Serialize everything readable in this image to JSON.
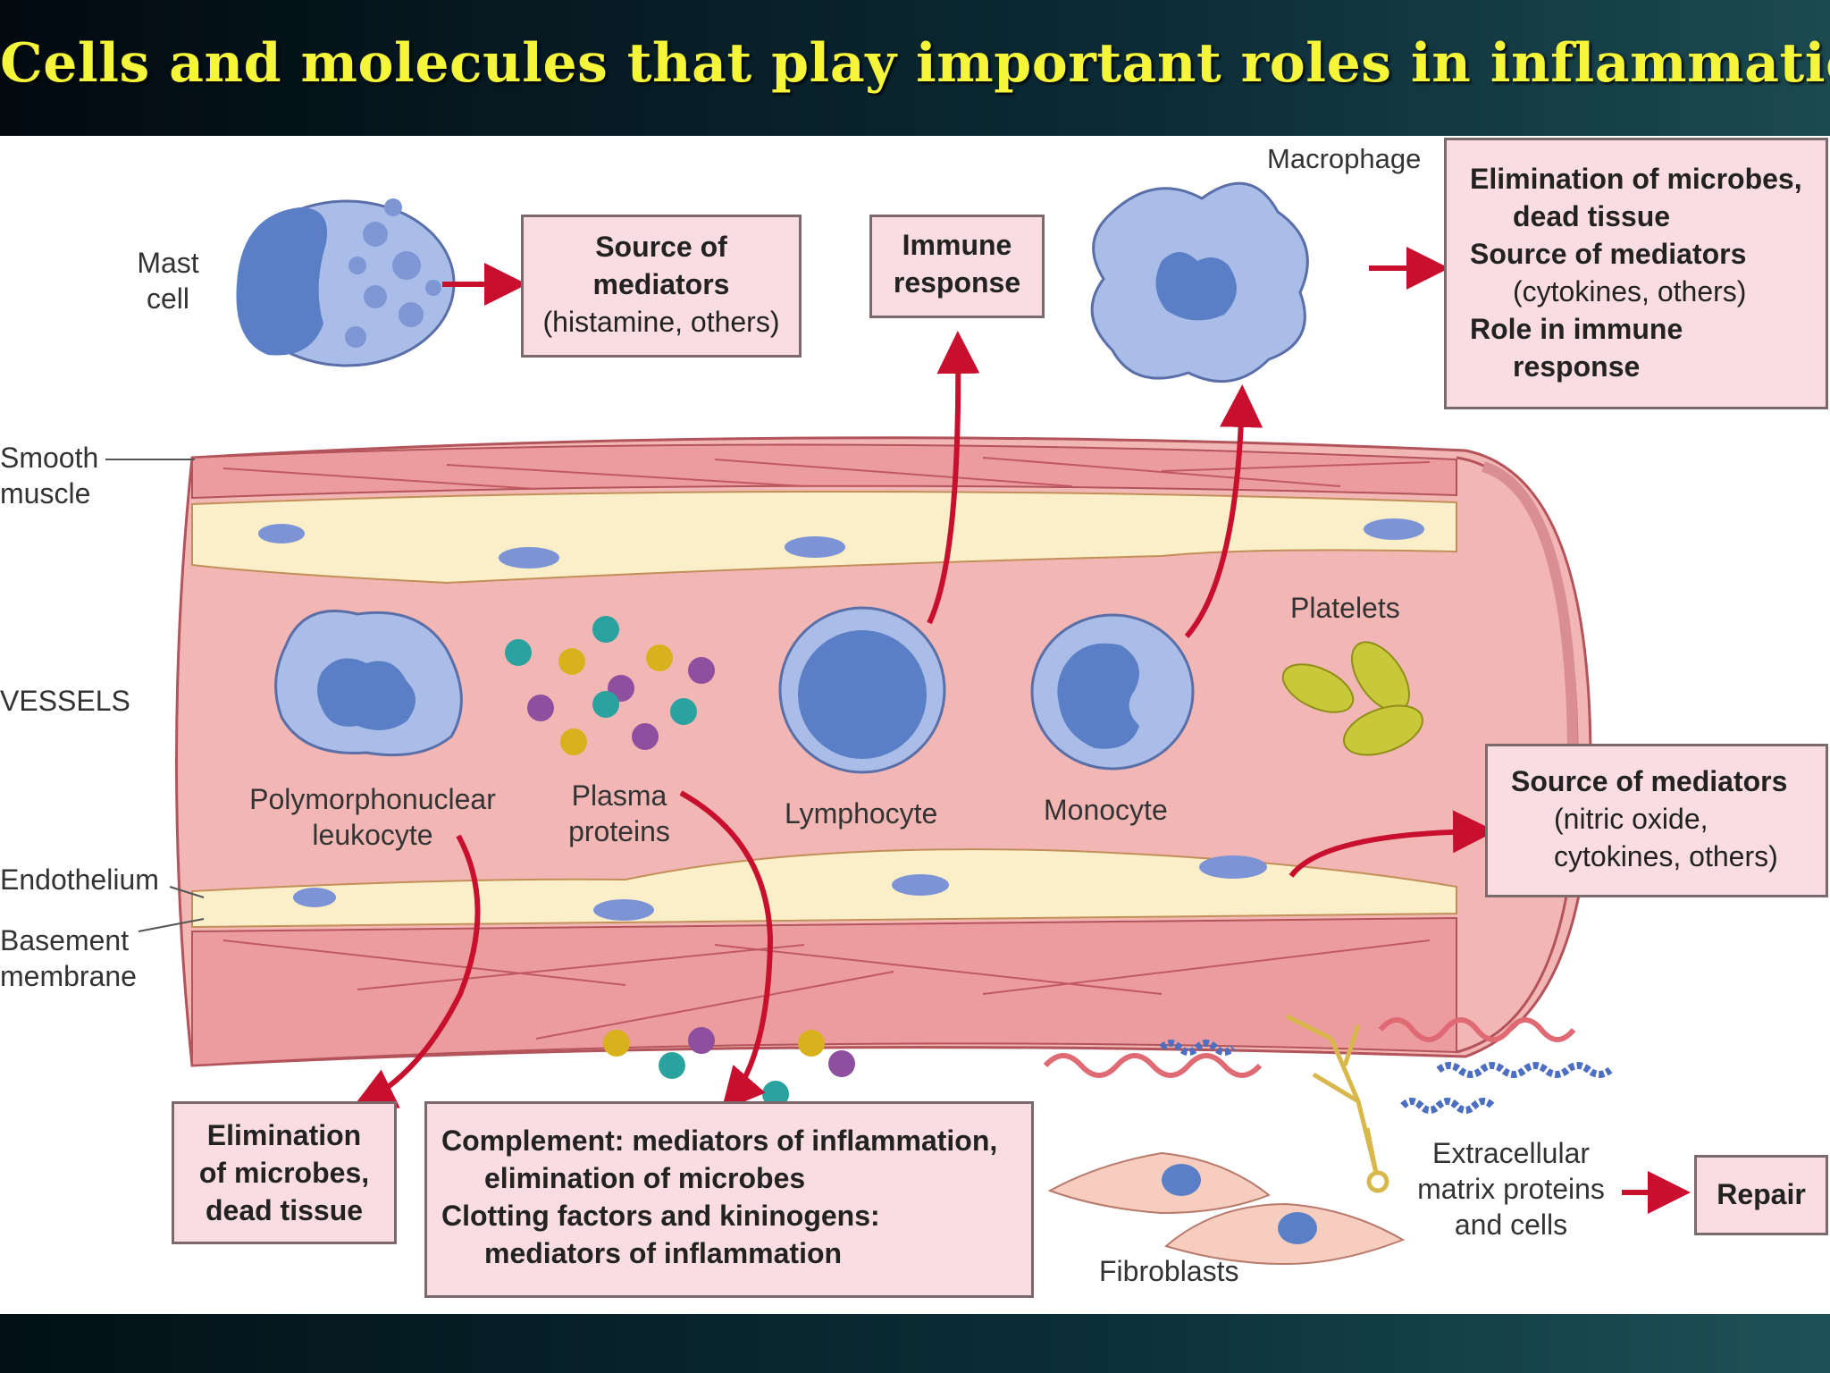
{
  "title": "Cells and molecules that play important roles in inflammation",
  "labels": {
    "mast_cell": "Mast\ncell",
    "macrophage": "Macrophage",
    "smooth_muscle": "Smooth\nmuscle",
    "vessels": "VESSELS",
    "endothelium": "Endothelium",
    "basement_membrane": "Basement\nmembrane",
    "pmn": "Polymorphonuclear\nleukocyte",
    "plasma_proteins": "Plasma\nproteins",
    "lymphocyte": "Lymphocyte",
    "monocyte": "Monocyte",
    "platelets": "Platelets",
    "fibroblasts": "Fibroblasts",
    "ecm": "Extracellular\nmatrix proteins\nand cells"
  },
  "boxes": {
    "mast_mediators": {
      "line1": "Source of",
      "line2": "mediators",
      "line3": "(histamine, others)"
    },
    "immune_response": {
      "line1": "Immune",
      "line2": "response"
    },
    "macrophage_roles": {
      "line1": "Elimination of microbes,",
      "line2": "dead tissue",
      "line3": "Source of mediators",
      "line4": "(cytokines, others)",
      "line5": "Role in immune",
      "line6": "response"
    },
    "endothelium_mediators": {
      "line1": "Source of mediators",
      "line2": "(nitric oxide,",
      "line3": "cytokines, others)"
    },
    "pmn_roles": {
      "line1": "Elimination",
      "line2": "of microbes,",
      "line3": "dead tissue"
    },
    "plasma_roles": {
      "line1": "Complement: mediators of inflammation,",
      "line2": "elimination of microbes",
      "line3": "Clotting factors and kininogens:",
      "line4": "mediators of inflammation"
    },
    "repair": {
      "line1": "Repair"
    }
  },
  "colors": {
    "title_yellow": "#f5f53a",
    "box_fill": "#f9dde3",
    "arrow_red": "#c8102e",
    "cell_blue": "#a9bde8",
    "nucleus_blue": "#5a7fc6",
    "vessel_pink": "#f2b7b5",
    "endothelium_cream": "#fbefc9"
  }
}
